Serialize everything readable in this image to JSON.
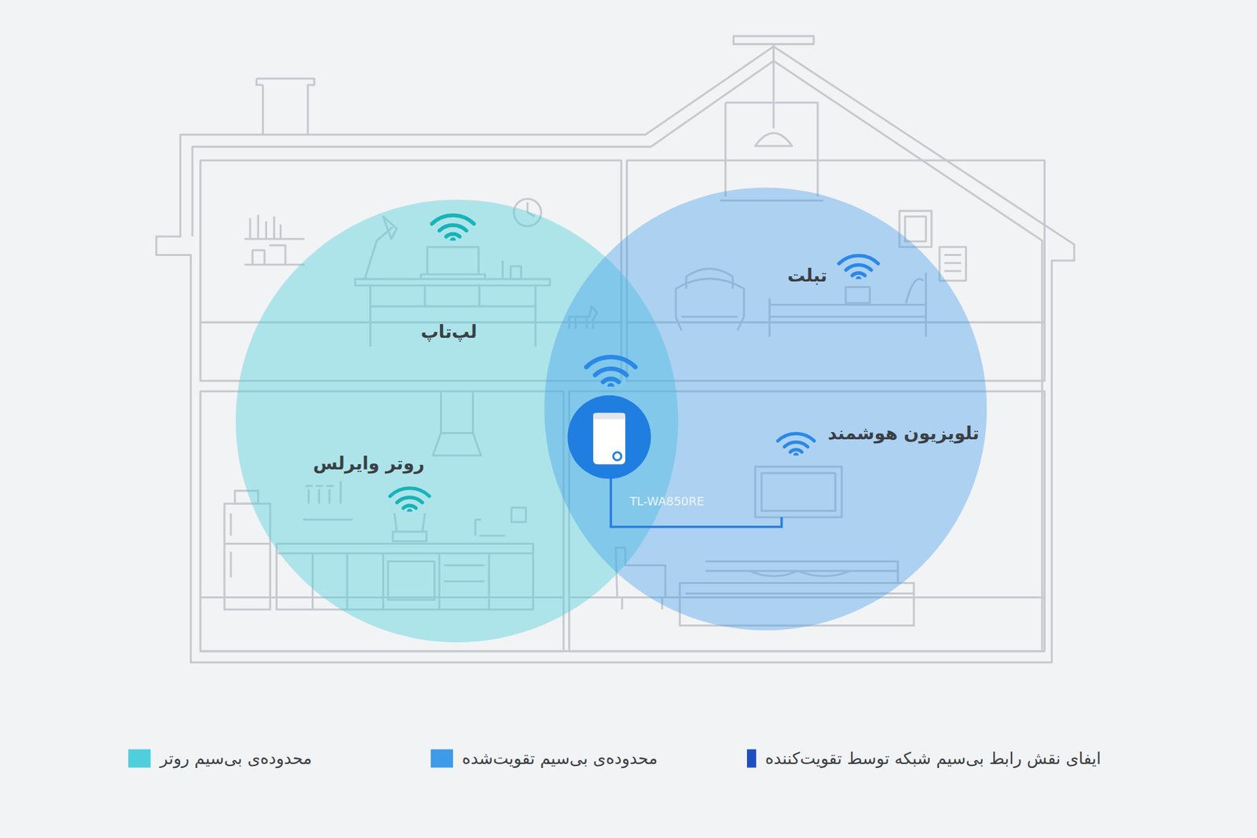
{
  "diagram": {
    "labels": [
      "لپ‌تاپ",
      "تبلت",
      "روتر وایرلس",
      "تلویزیون هوشمند",
      "TL-WA850RE"
    ],
    "legend": [
      {
        "text": "محدوده‌ی بی‌سیم روتر",
        "color": "#4fcfdc"
      },
      {
        "text": "محدوده‌ی بی‌سیم تقویت‌شده",
        "color": "#3d9be9"
      },
      {
        "text": "ایفای نقش رابط بی‌سیم شبکه توسط تقویت‌کننده",
        "color": "#1e4fc0"
      }
    ]
  }
}
